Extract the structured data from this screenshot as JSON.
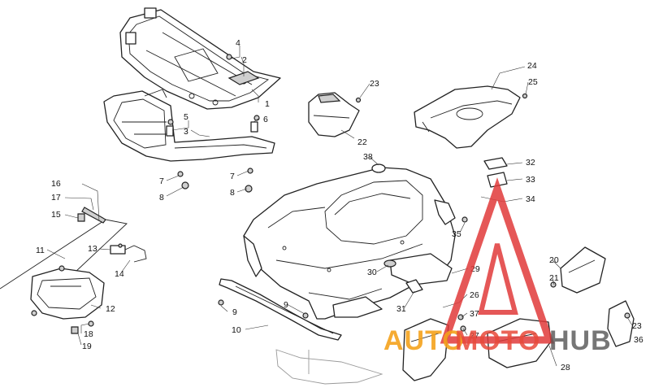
{
  "callouts": {
    "c1": "1",
    "c2": "2",
    "c3": "3",
    "c4": "4",
    "c5": "5",
    "c6": "6",
    "c7a": "7",
    "c7b": "7",
    "c8a": "8",
    "c8b": "8",
    "c9a": "9",
    "c9b": "9",
    "c10": "10",
    "c11": "11",
    "c12": "12",
    "c13": "13",
    "c14": "14",
    "c15": "15",
    "c16": "16",
    "c17": "17",
    "c18": "18",
    "c19": "19",
    "c20": "20",
    "c21": "21",
    "c22": "22",
    "c23a": "23",
    "c23b": "23",
    "c24": "24",
    "c25": "25",
    "c26": "26",
    "c27": "27",
    "c28": "28",
    "c29": "29",
    "c30": "30",
    "c31": "31",
    "c32": "32",
    "c33": "33",
    "c34": "34",
    "c35": "35",
    "c36": "36",
    "c37": "37",
    "c38": "38"
  },
  "watermark": {
    "part1": "AUTO",
    "part2": "MOTO",
    "part3": "HUB",
    "colors": {
      "triangle": "#e03a3a",
      "auto": "#f4a21c",
      "moto": "#e84a3a",
      "hub": "#555555"
    }
  }
}
